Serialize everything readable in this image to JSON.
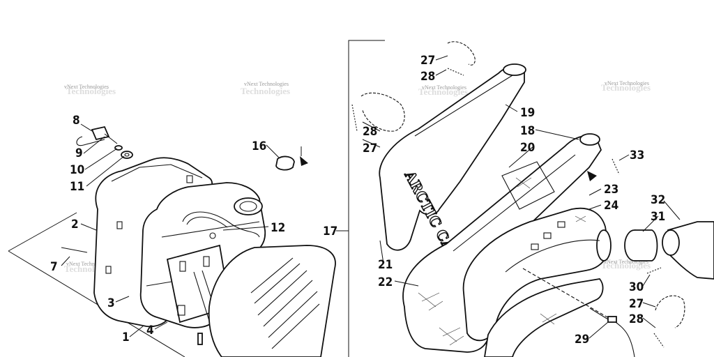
{
  "watermark": "vNext Technologies",
  "brand_text": "ARCTIC CAT",
  "callouts": {
    "c1": "1",
    "c2": "2",
    "c3": "3",
    "c4": "4",
    "c7": "7",
    "c8": "8",
    "c9": "9",
    "c10": "10",
    "c11": "11",
    "c12": "12",
    "c16": "16",
    "c17": "17",
    "c18": "18",
    "c19": "19",
    "c20": "20",
    "c21": "21",
    "c22": "22",
    "c23": "23",
    "c24": "24",
    "c27a": "27",
    "c28a": "28",
    "c28b": "28",
    "c27b": "27",
    "c27c": "27",
    "c28c": "28",
    "c29": "29",
    "c30": "30",
    "c31": "31",
    "c32": "32",
    "c33": "33"
  }
}
